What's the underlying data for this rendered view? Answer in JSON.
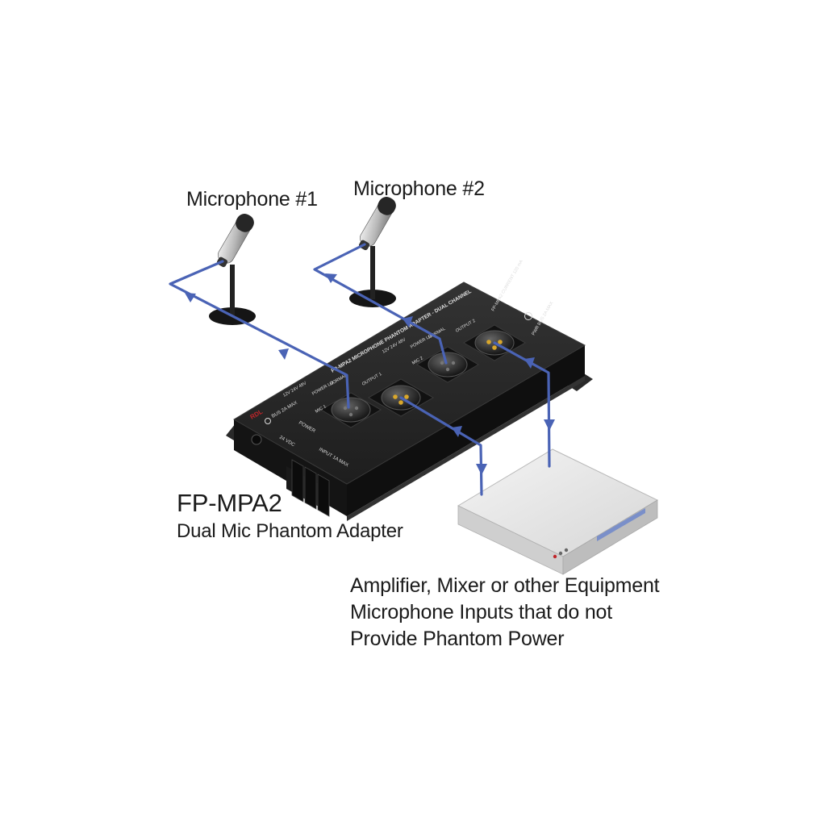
{
  "labels": {
    "microphone_1": "Microphone #1",
    "microphone_2": "Microphone #2",
    "model_title": "FP-MPA2",
    "model_subtitle": "Dual Mic Phantom Adapter",
    "equipment_lines": [
      "Amplifier, Mixer or other Equipment",
      "Microphone Inputs that do not",
      "Provide Phantom Power"
    ]
  },
  "device_panel": {
    "brand": "RDL",
    "product_banner": "FP-MPA2 MICROPHONE PHANTOM ADAPTER - DUAL CHANNEL",
    "bus_label": "BUS 2A MAX",
    "power_label": "POWER",
    "vdc_label": "24 VDC",
    "input_label": "INPUT 1A MAX",
    "ch1_voltages": "12V 24V 48V",
    "ch1_mode": "POWER LO",
    "ch1_normal": "NORMAL",
    "ch1_mic": "MIC 1",
    "ch1_output": "OUTPUT 1",
    "ch2_voltages": "12V 24V 48V",
    "ch2_mode": "POWER LO",
    "ch2_normal": "NORMAL",
    "ch2_mic": "MIC 2",
    "ch2_output": "OUTPUT 2",
    "current_label": "FP-MPA2 CURRENT 120 mA",
    "pwr_bus_label": "PWR BUS 2A MAX"
  },
  "colors": {
    "cable": "#4a63b5",
    "device_body": "#1b1b1b",
    "device_top": "#2a2a2a",
    "accent_red": "#c0252a",
    "equipment": "#e6e6e6",
    "text": "#1a1a1a"
  }
}
